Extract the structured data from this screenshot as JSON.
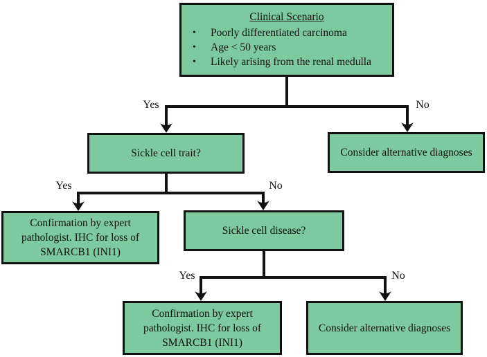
{
  "colors": {
    "box_fill": "#7dc9a0",
    "box_border": "#111111",
    "line": "#111111",
    "text": "#111111",
    "background": "#ffffff"
  },
  "flowchart": {
    "root": {
      "title": "Clinical Scenario",
      "bullet_char": "•",
      "bullets": [
        "Poorly differentiated carcinoma",
        "Age < 50 years",
        "Likely arising from the renal medulla"
      ]
    },
    "branches": {
      "level1_yes": "Yes",
      "level1_no": "No",
      "level2_yes": "Yes",
      "level2_no": "No",
      "level3_yes": "Yes",
      "level3_no": "No"
    },
    "nodes": {
      "sickle_cell_trait": "Sickle cell trait?",
      "consider_alternative_1": "Consider alternative diagnoses",
      "confirmation_1": "Confirmation by expert pathologist. IHC for loss of SMARCB1 (INI1)",
      "sickle_cell_disease": "Sickle cell disease?",
      "confirmation_2": "Confirmation by expert pathologist. IHC for loss of SMARCB1 (INI1)",
      "consider_alternative_2": "Consider alternative diagnoses"
    }
  }
}
